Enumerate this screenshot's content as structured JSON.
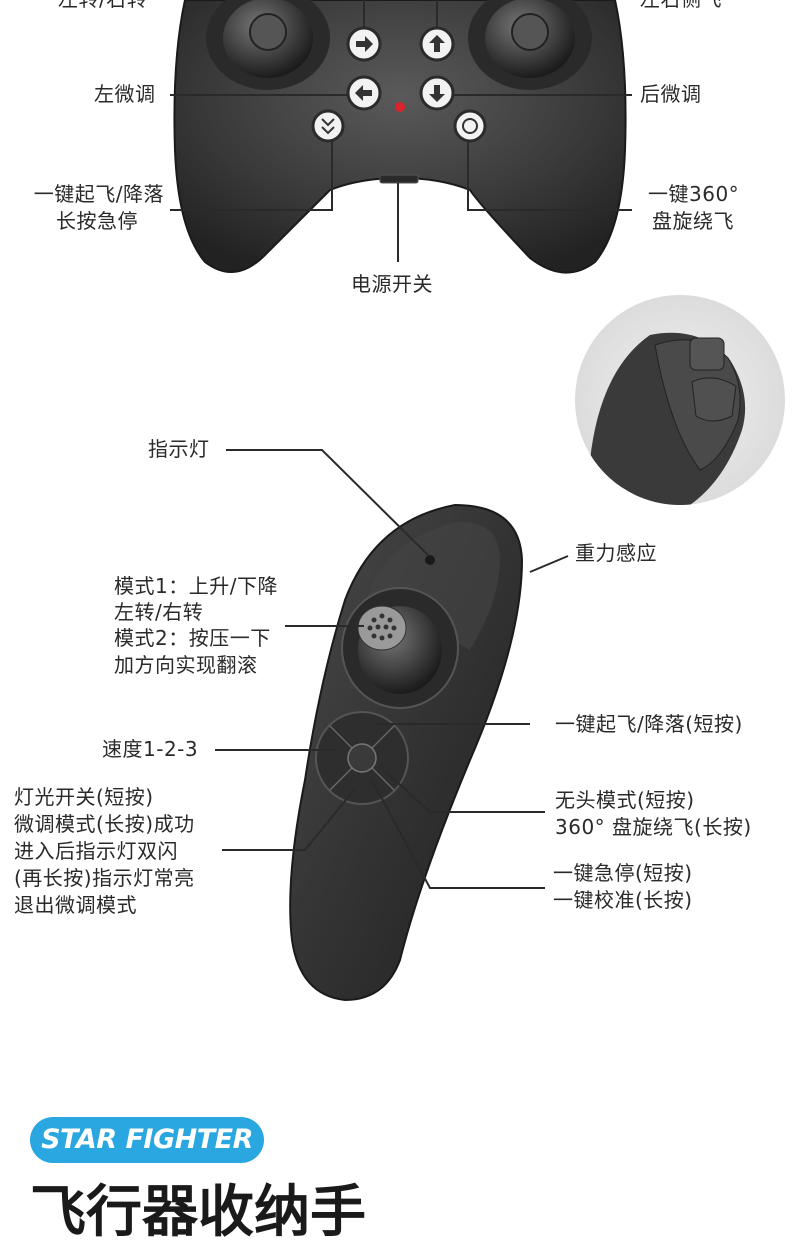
{
  "colors": {
    "accent": "#2aa7e0",
    "controller_body": "#3a3a3a",
    "label_text": "#2a2a2a",
    "indicator_red": "#d8242a"
  },
  "icons": {
    "top_right_arrow": "arrow-right-icon",
    "top_up_arrow": "arrow-up-icon",
    "left_arrow": "arrow-left-icon",
    "down_arrow": "arrow-down-icon",
    "takeoff": "takeoff-land-icon",
    "spin": "rotate-360-icon"
  },
  "gamepad": {
    "top_left_cut": "左转/右转",
    "top_right_cut": "左右侧飞",
    "left_trim": "左微调",
    "back_trim": "后微调",
    "takeoff_line1": "一键起飞/降落",
    "takeoff_line2": "长按急停",
    "spin_line1": "一键360°",
    "spin_line2": "盘旋绕飞",
    "power": "电源开关"
  },
  "wand": {
    "indicator": "指示灯",
    "gravity": "重力感应",
    "joystick_lines": [
      "模式1：上升/下降",
      "左转/右转",
      "模式2：按压一下",
      "加方向实现翻滚"
    ],
    "speed": "速度1-2-3",
    "light_lines": [
      "灯光开关(短按)",
      "微调模式(长按)成功",
      "进入后指示灯双闪",
      "(再长按)指示灯常亮",
      "退出微调模式"
    ],
    "takeoff": "一键起飞/降落(短按)",
    "headless_lines": [
      "无头模式(短按)",
      "360° 盘旋绕飞(长按)"
    ],
    "stop_lines": [
      "一键急停(短按)",
      "一键校准(长按)"
    ]
  },
  "brand": {
    "badge": "STAR FIGHTER",
    "section_title": "飞行器收纳手"
  }
}
